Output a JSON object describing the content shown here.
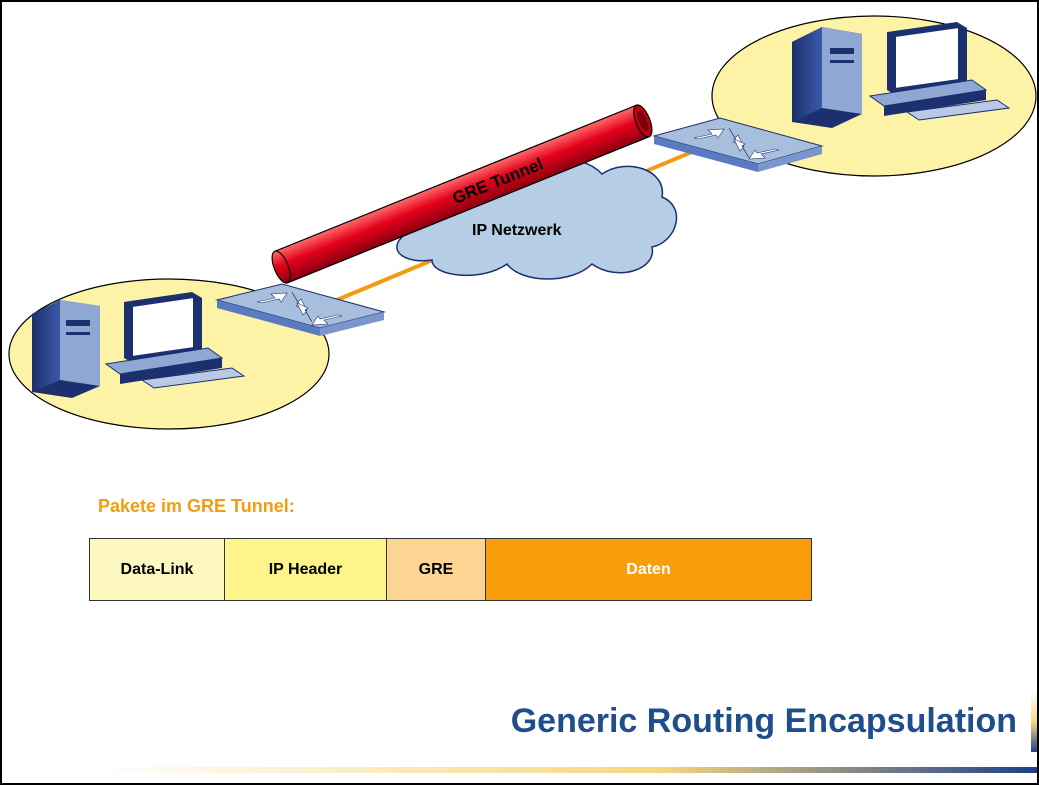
{
  "diagram": {
    "tunnel_label": "GRE Tunnel",
    "network_label": "IP Netzwerk",
    "colors": {
      "site": "#fdf3a6",
      "tunnel": "#e3001b",
      "cloud": "#b6cde6",
      "link": "#f39c12",
      "router": "#a7bedc"
    }
  },
  "packet": {
    "caption": "Pakete im GRE Tunnel:",
    "cells": [
      {
        "label": "Data-Link",
        "color": "#fdf7c0",
        "text_color": "#000000"
      },
      {
        "label": "IP Header",
        "color": "#fdf48a",
        "text_color": "#000000"
      },
      {
        "label": "GRE",
        "color": "#fbd591",
        "text_color": "#000000"
      },
      {
        "label": "Daten",
        "color": "#f99d0c",
        "text_color": "#ffffff"
      }
    ]
  },
  "title": "Generic Routing Encapsulation"
}
